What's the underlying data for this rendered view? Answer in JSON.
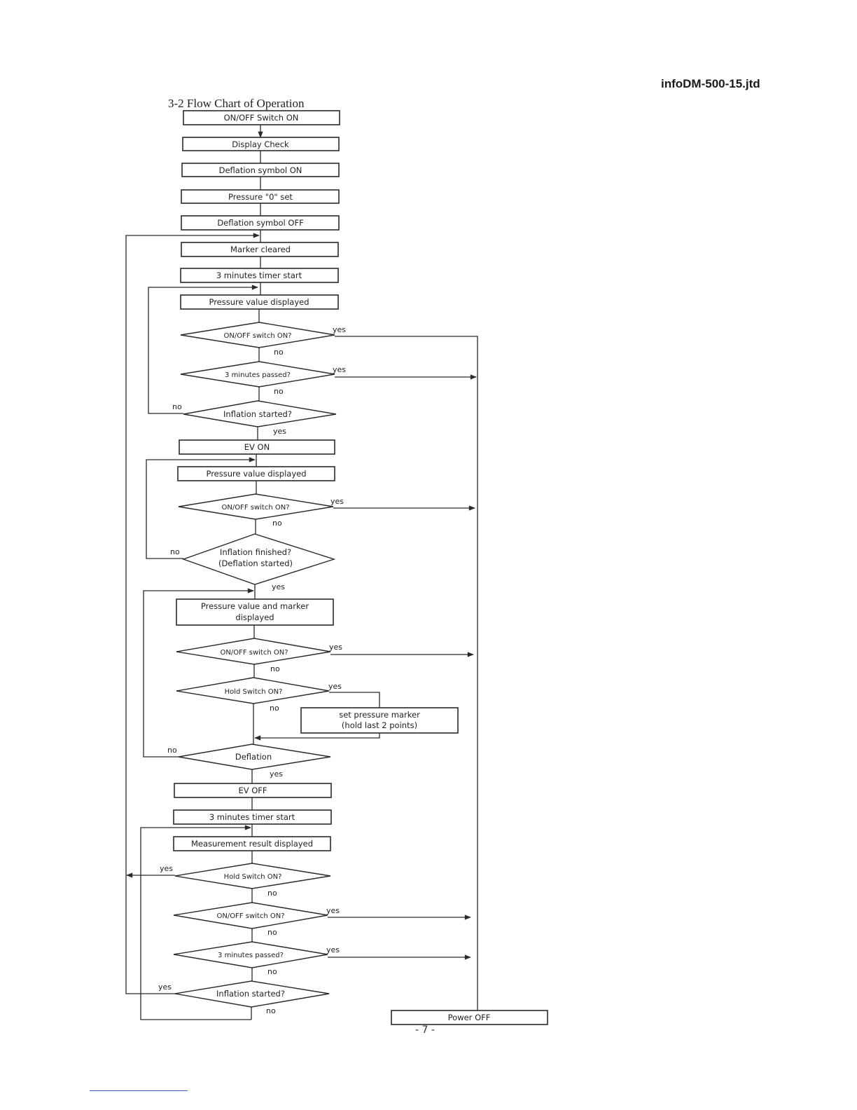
{
  "header": {
    "doc_id": "infoDM-500-15.jtd",
    "title": "3-2 Flow Chart of Operation"
  },
  "steps": {
    "s1": "ON/OFF Switch ON",
    "s2": "Display Check",
    "s3": "Deflation symbol ON",
    "s4": "Pressure \"0\" set",
    "s5": "Deflation symbol OFF",
    "s6": "Marker cleared",
    "s7": "3 minutes timer start",
    "s8": "Pressure value displayed",
    "s9": "EV ON",
    "s10": "Pressure value displayed",
    "s11a": "Pressure value and marker",
    "s11b": "displayed",
    "s12a": "set pressure marker",
    "s12b": "(hold last 2 points)",
    "s13": "EV OFF",
    "s14": "3 minutes timer start",
    "s15": "Measurement result displayed",
    "s16": "Power OFF"
  },
  "decisions": {
    "d1": "ON/OFF switch ON?",
    "d2": "3 minutes passed?",
    "d3": "Inflation started?",
    "d4": "ON/OFF switch ON?",
    "d5a": "Inflation finished?",
    "d5b": "(Deflation started)",
    "d6": "ON/OFF switch ON?",
    "d7": "Hold Switch ON?",
    "d8": "Deflation",
    "d9": "Hold Switch ON?",
    "d10": "ON/OFF switch ON?",
    "d11": "3 minutes passed?",
    "d12": "Inflation started?"
  },
  "labels": {
    "yes": "yes",
    "no": "no"
  },
  "footer": {
    "page": "- 7 -"
  }
}
